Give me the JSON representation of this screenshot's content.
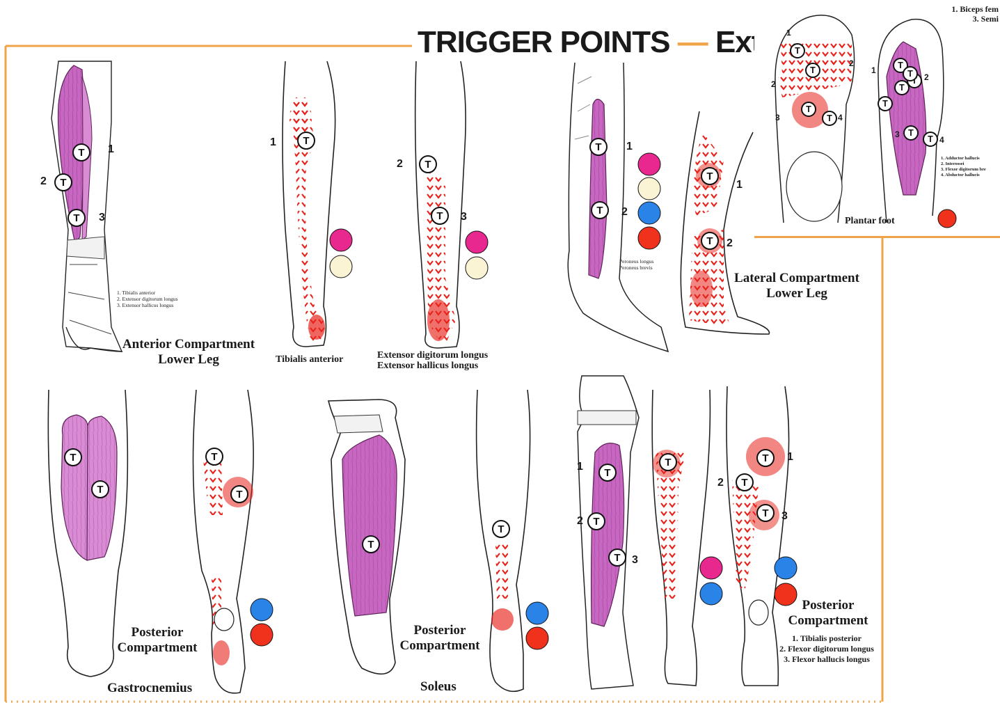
{
  "title": "TRIGGER POINTS",
  "title_dash": "—",
  "title_cont": "Ext",
  "colors": {
    "border": "#f0a44a",
    "muscle": "#c867c2",
    "pain": "#e8231c",
    "dot_magenta": "#e8288e",
    "dot_cream": "#faf3d4",
    "dot_blue": "#2a84e8",
    "dot_red": "#f0321c"
  },
  "panels": {
    "anterior": {
      "heading": [
        "Anterior Compartment",
        "Lower Leg"
      ],
      "legend": [
        "1. Tibialis anterior",
        "2. Extensor digitorum longus",
        "3. Extensor hallicus longus"
      ],
      "numbers": [
        "1",
        "2",
        "3"
      ]
    },
    "tibialis": {
      "label": "Tibialis anterior",
      "number": "1"
    },
    "extensor": {
      "label": [
        "Extensor digitorum longus",
        "Extensor hallicus longus"
      ],
      "numbers": [
        "2",
        "3"
      ]
    },
    "lateral": {
      "heading": [
        "Lateral Compartment",
        "Lower Leg"
      ],
      "legend": [
        "Peroneus longus",
        "Peroneus brevis"
      ],
      "numbers": [
        "1",
        "2",
        "1",
        "2"
      ]
    },
    "gastrocnemius": {
      "heading": [
        "Posterior",
        "Compartment"
      ],
      "label": "Gastrocnemius"
    },
    "soleus": {
      "heading": [
        "Posterior",
        "Compartment"
      ],
      "label": "Soleus"
    },
    "posterior": {
      "heading": [
        "Posterior",
        "Compartment"
      ],
      "legend": [
        "1. Tibialis posterior",
        "2. Flexor digitorum longus",
        "3. Flexor hallucis longus"
      ],
      "numbers": [
        "1",
        "2",
        "3",
        "1",
        "2",
        "3"
      ]
    }
  },
  "inset": {
    "corner_lines": [
      "1. Biceps fem",
      "3. Semi"
    ],
    "label": "Plantar foot",
    "legend": [
      "1. Adductor hallucis",
      "2. Interossei",
      "3. Flexor digitorum bre",
      "4. Abductor hallucis"
    ],
    "numbers_left": [
      "1",
      "2",
      "2",
      "3",
      "4"
    ],
    "numbers_right": [
      "1",
      "2",
      "3",
      "4"
    ]
  },
  "trigger_marker": "T"
}
